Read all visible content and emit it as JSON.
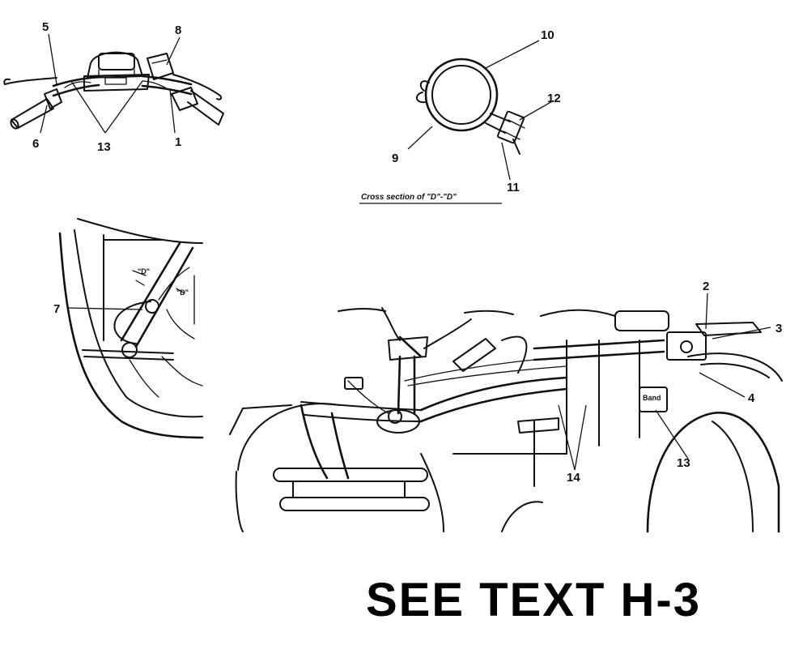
{
  "callouts": {
    "c5": "5",
    "c8": "8",
    "c6": "6",
    "c13_top": "13",
    "c1": "1",
    "c10": "10",
    "c12": "12",
    "c9": "9",
    "c11": "11",
    "c7": "7",
    "c2": "2",
    "c3": "3",
    "c4": "4",
    "c13_right": "13",
    "c14": "14"
  },
  "labels": {
    "cross_section_caption": "Cross section of \"D\"-\"D\"",
    "section_mark_1": "\"D\"",
    "section_mark_2": "\"D\"",
    "band": "Band"
  },
  "footer": {
    "see_text": "SEE TEXT H-3"
  }
}
